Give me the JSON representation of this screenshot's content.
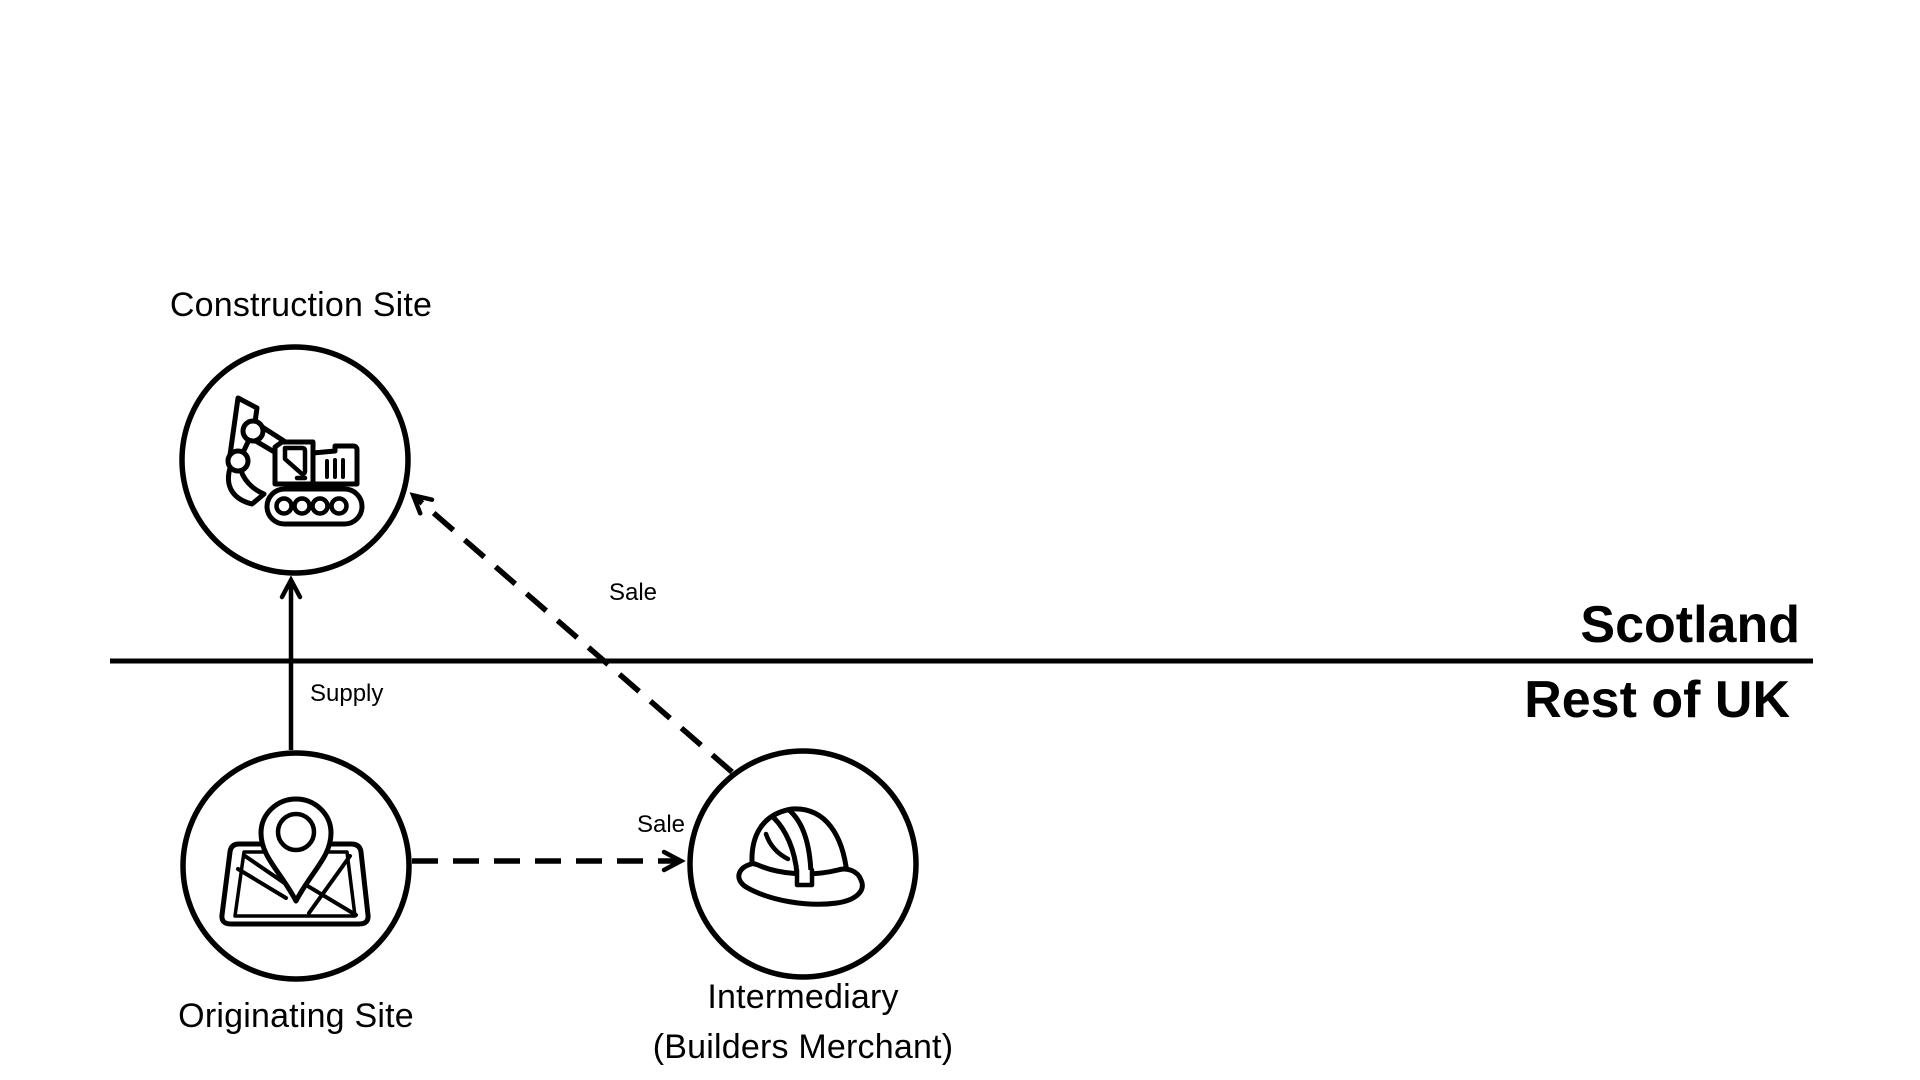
{
  "canvas": {
    "background": "#ffffff",
    "ink": "#000000"
  },
  "regions": {
    "top": "Scotland",
    "bottom": "Rest of UK"
  },
  "nodes": {
    "construction": {
      "label": "Construction Site",
      "icon": "excavator-icon"
    },
    "originating": {
      "label": "Originating Site",
      "icon": "map-location-pin-icon"
    },
    "intermediary": {
      "label": "Intermediary",
      "sublabel": "(Builders Merchant)",
      "icon": "hard-hat-icon"
    }
  },
  "edges": {
    "supply": {
      "label": "Supply",
      "style": "solid-arrow",
      "from": "Originating Site",
      "to": "Construction Site"
    },
    "sale_direct": {
      "label": "Sale",
      "style": "dashed-arrow",
      "from": "Intermediary (Builders Merchant)",
      "to": "Construction Site"
    },
    "sale_to_merchant": {
      "label": "Sale",
      "style": "dashed-arrow",
      "from": "Originating Site",
      "to": "Intermediary (Builders Merchant)"
    }
  }
}
